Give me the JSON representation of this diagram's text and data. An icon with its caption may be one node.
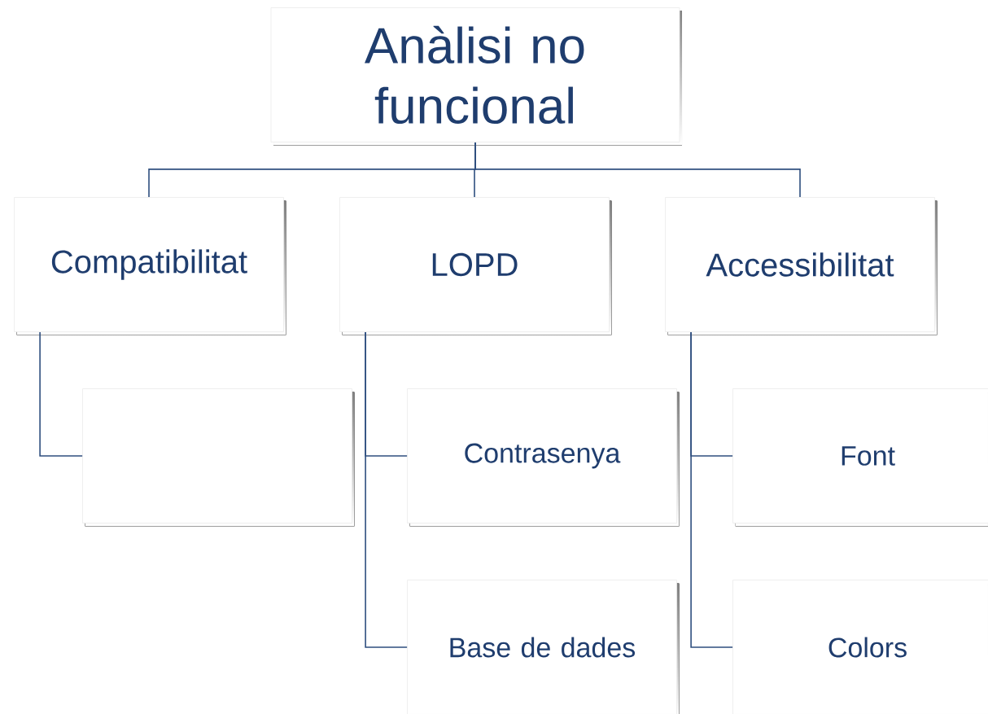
{
  "diagram": {
    "nodes": [
      {
        "text": [
          "Anàlisi no funcional"
        ]
      },
      {
        "text": [
          "Compatibilitat"
        ]
      },
      {
        "text": [
          "LOPD"
        ]
      },
      {
        "text": [
          "Accessibilitat"
        ]
      },
      {
        "text": [],
        "shape": "box"
      },
      {
        "text": [
          "Contrasenya"
        ]
      },
      {
        "text": [
          "Base de dades"
        ]
      },
      {
        "text": [
          "Font"
        ]
      },
      {
        "text": [
          "Colors"
        ]
      }
    ],
    "edges": [
      {
        "from": 0,
        "to": 1,
        "arrow": "none"
      },
      {
        "from": 0,
        "to": 2,
        "arrow": "none"
      },
      {
        "from": 0,
        "to": 3,
        "arrow": "none"
      },
      {
        "from": 1,
        "to": 4,
        "arrow": "none"
      },
      {
        "from": 2,
        "to": 5,
        "arrow": "none"
      },
      {
        "from": 2,
        "to": 6,
        "arrow": "none"
      },
      {
        "from": 3,
        "to": 7,
        "arrow": "none"
      },
      {
        "from": 3,
        "to": 8,
        "arrow": "none"
      }
    ]
  }
}
